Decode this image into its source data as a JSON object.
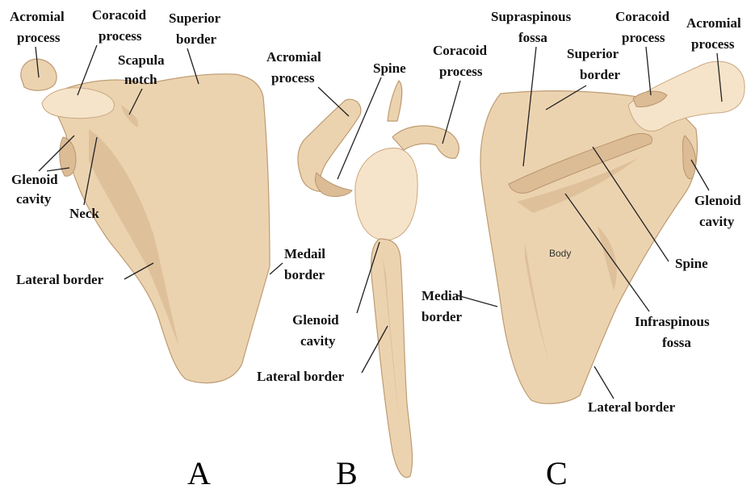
{
  "view_a": {
    "acromial_process": [
      "Acromial",
      "process"
    ],
    "coracoid_process": [
      "Coracoid",
      "process"
    ],
    "superior_border": [
      "Superior",
      "border"
    ],
    "scapula_notch": [
      "Scapula",
      "notch"
    ],
    "glenoid_cavity": [
      "Glenoid",
      "cavity"
    ],
    "neck": "Neck",
    "lateral_border": "Lateral border",
    "medial_border": [
      "Medail",
      "border"
    ],
    "panel_letter": "A"
  },
  "view_b": {
    "acromial_process": [
      "Acromial",
      "process"
    ],
    "spine": "Spine",
    "coracoid_process": [
      "Coracoid",
      "process"
    ],
    "glenoid_cavity": [
      "Glenoid",
      "cavity"
    ],
    "lateral_border": "Lateral border",
    "panel_letter": "B"
  },
  "view_c": {
    "supraspinous_fossa": [
      "Supraspinous",
      "fossa"
    ],
    "superior_border": [
      "Superior",
      "border"
    ],
    "coracoid_process": [
      "Coracoid",
      "process"
    ],
    "acromial_process": [
      "Acromial",
      "process"
    ],
    "glenoid_cavity": [
      "Glenoid",
      "cavity"
    ],
    "spine": "Spine",
    "body": "Body",
    "medial_border": [
      "Medial",
      "border"
    ],
    "infraspinous_fossa": [
      "Infraspinous",
      "fossa"
    ],
    "lateral_border": "Lateral border",
    "panel_letter": "C"
  },
  "colors": {
    "bone": "#ecd3b0",
    "bone_shadow": "#d3b28b",
    "label_text": "#111111"
  }
}
